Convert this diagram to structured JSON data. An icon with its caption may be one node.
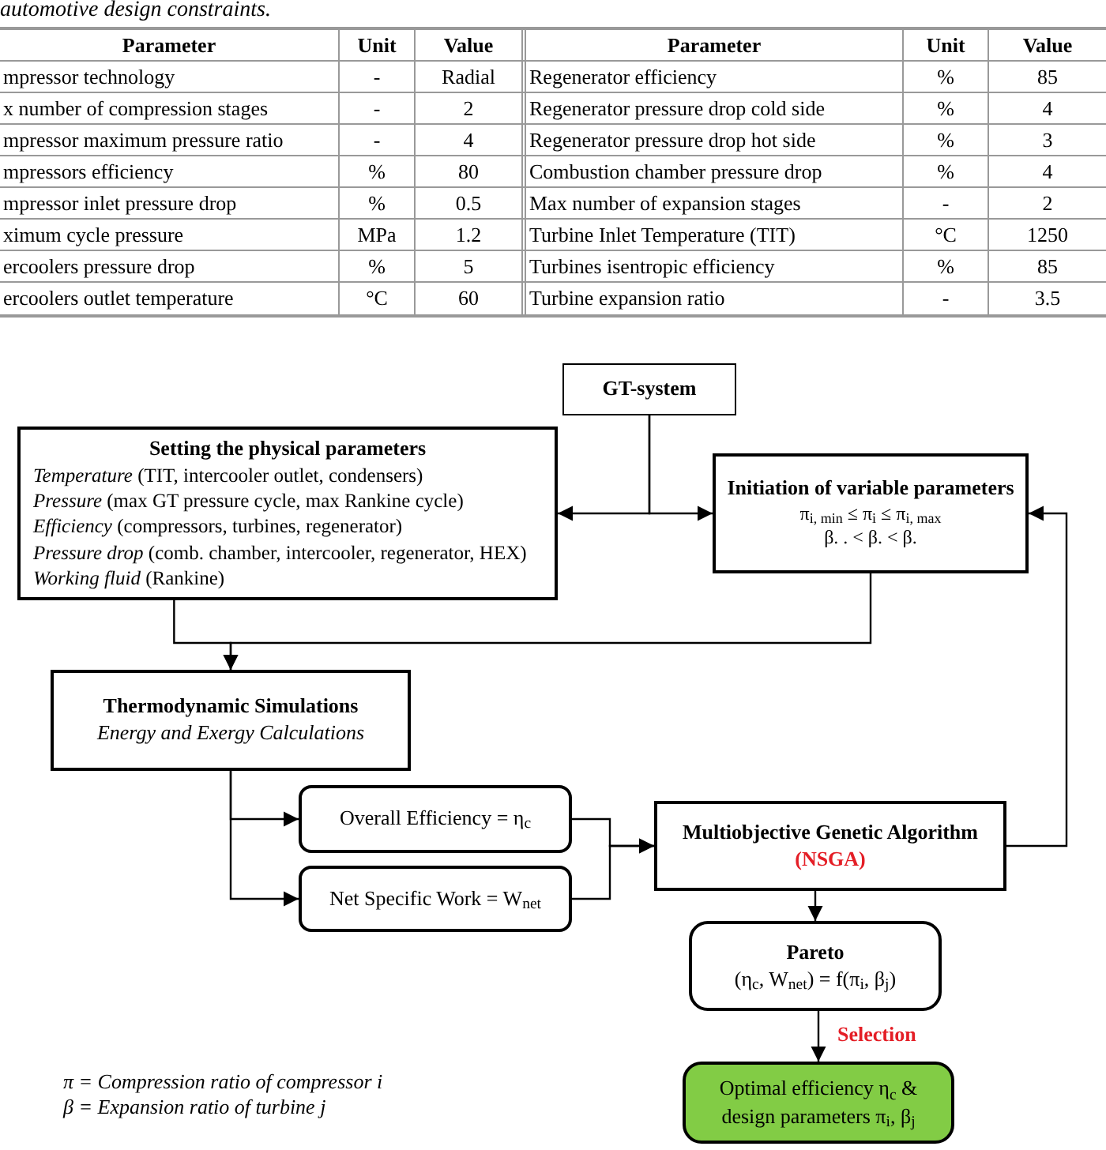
{
  "diagram": {
    "nodes": [
      {
        "text": [
          "GT-system"
        ]
      },
      {
        "text": [
          "Setting the physical parameters",
          "*Temperature* (TIT, intercooler outlet, condensers)",
          "*Pressure* (max GT pressure cycle, max Rankine cycle)",
          "*Efficiency* (compressors, turbines, regenerator)",
          "*Pressure drop* (comb. chamber, intercooler, regenerator, HEX)",
          "*Working fluid* (Rankine)"
        ]
      },
      {
        "text": [
          "Initiation of variable parameters",
          "π$_{i, min}$ ≤ π$_{i}$ ≤ π$_{i, max}$",
          "β. . < β. < β."
        ]
      },
      {
        "text": [
          "Thermodynamic Simulations",
          "Energy and Exergy Calculations"
        ]
      },
      {
        "text": [
          "Overall Efficiency = η$_{c}$"
        ]
      },
      {
        "text": [
          "Net Specific Work = W$_{net}$"
        ]
      },
      {
        "text": [
          "Multiobjective Genetic Algorithm",
          "(NSGA)"
        ]
      },
      {
        "text": [
          "Pareto",
          "(η$_{c}$, W$_{net}$) = f(π$_{i}$, β$_{j}$)"
        ]
      },
      {
        "text": [
          "Optimal efficiency η$_{c}$ & design parameters π$_{i}$, β$_{j}$"
        ]
      }
    ],
    "edges": [
      {
        "from": 0,
        "to": 1,
        "arrow": "to"
      },
      {
        "from": 0,
        "to": 2,
        "arrow": "to"
      },
      {
        "from": 1,
        "to": 3,
        "arrow": "to"
      },
      {
        "from": 2,
        "to": 3,
        "arrow": "to"
      },
      {
        "from": 3,
        "to": 4,
        "arrow": "to"
      },
      {
        "from": 3,
        "to": 5,
        "arrow": "to"
      },
      {
        "from": 4,
        "to": 6,
        "arrow": "to"
      },
      {
        "from": 5,
        "to": 6,
        "arrow": "to"
      },
      {
        "from": 6,
        "to": 2,
        "arrow": "to"
      },
      {
        "from": 6,
        "to": 7,
        "arrow": "to"
      },
      {
        "from": 7,
        "to": 8,
        "arrow": "to",
        "label": "Selection"
      }
    ],
    "labels": [
      "automotive design constraints.",
      "Parameter",
      "Unit",
      "Value",
      "Parameter",
      "Unit",
      "Value",
      "mpressor technology",
      "-",
      "Radial",
      "Regenerator efficiency",
      "%",
      "85",
      "x number of compression stages",
      "-",
      "2",
      "Regenerator pressure drop cold side",
      "%",
      "4",
      "mpressor maximum pressure ratio",
      "-",
      "4",
      "Regenerator pressure drop hot side",
      "%",
      "3",
      "mpressors efficiency",
      "%",
      "80",
      "Combustion chamber pressure drop",
      "%",
      "4",
      "mpressor inlet pressure drop",
      "%",
      "0.5",
      "Max number of expansion stages",
      "-",
      "2",
      "ximum cycle pressure",
      "MPa",
      "1.2",
      "Turbine Inlet Temperature (TIT)",
      "°C",
      "1250",
      "ercoolers pressure drop",
      "%",
      "5",
      "Turbines isentropic efficiency",
      "%",
      "85",
      "ercoolers outlet temperature",
      "°C",
      "60",
      "Turbine expansion ratio",
      "-",
      "3.5",
      "π = Compression ratio of compressor i",
      "β = Expansion ratio of turbine j"
    ]
  }
}
